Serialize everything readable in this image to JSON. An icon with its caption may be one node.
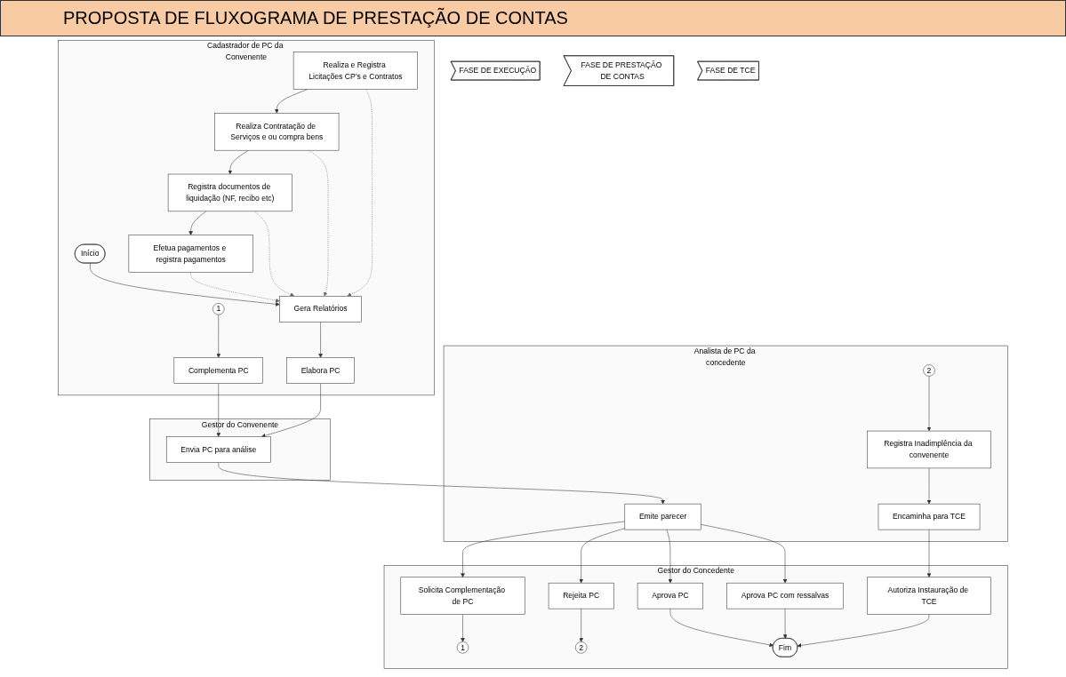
{
  "diagram": {
    "title": "PROPOSTA DE FLUXOGRAMA DE PRESTAÇÃO DE CONTAS",
    "nodes": [
      {
        "text": [
          "FASE DE EXECUÇÃO"
        ]
      },
      {
        "text": [
          "FASE DE PRESTAÇÃO DE CONTAS"
        ]
      },
      {
        "text": [
          "FASE DE TCE"
        ]
      },
      {
        "text": [
          "Cadastrador de PC da Convenente"
        ]
      },
      {
        "text": [
          "Realiza e Registra Licitações CP’s e Contratos"
        ],
        "in": 3
      },
      {
        "text": [
          "Realiza Contratação de Serviços e ou compra bens"
        ],
        "in": 3
      },
      {
        "text": [
          "Registra documentos de liquidação (NF, recibo etc)"
        ],
        "in": 3
      },
      {
        "text": [
          "Efetua pagamentos e registra pagamentos"
        ],
        "in": 3
      },
      {
        "text": [
          "Início"
        ],
        "in": 3
      },
      {
        "text": [
          "Gera Relatórios"
        ],
        "in": 3
      },
      {
        "text": [
          "1"
        ],
        "in": 3
      },
      {
        "text": [
          "Elabora PC"
        ],
        "in": 3
      },
      {
        "text": [
          "Complementa PC"
        ],
        "in": 3
      },
      {
        "text": [
          "Gestor do Convenente"
        ]
      },
      {
        "text": [
          "Envia PC para análise"
        ],
        "in": 13
      },
      {
        "text": [
          "Analista de PC da concedente"
        ]
      },
      {
        "text": [
          "Emite parecer"
        ],
        "in": 15
      },
      {
        "text": [
          "2"
        ],
        "in": 15
      },
      {
        "text": [
          "Registra Inadimplência da convenente"
        ],
        "in": 15
      },
      {
        "text": [
          "Encaminha para TCE"
        ],
        "in": 15
      },
      {
        "text": [
          "Gestor do Concedente"
        ]
      },
      {
        "text": [
          "Solicita Complementação de PC"
        ],
        "in": 20
      },
      {
        "text": [
          "1"
        ],
        "in": 20
      },
      {
        "text": [
          "Rejeita PC"
        ],
        "in": 20
      },
      {
        "text": [
          "2"
        ],
        "in": 20
      },
      {
        "text": [
          "Autoriza Instauração de TCE"
        ],
        "in": 20
      },
      {
        "text": [
          "Aprova PC com ressalvas"
        ],
        "in": 20
      },
      {
        "text": [
          "Aprova PC"
        ],
        "in": 20
      },
      {
        "text": [
          "Fim"
        ],
        "in": 20
      }
    ],
    "edges": [
      {
        "from": 4,
        "to": 5,
        "arrow": "to"
      },
      {
        "from": 5,
        "to": 6,
        "arrow": "to"
      },
      {
        "from": 6,
        "to": 7,
        "arrow": "to"
      },
      {
        "from": 4,
        "to": 9,
        "arrow": "to",
        "style": "dashed",
        "color": "#666666"
      },
      {
        "from": 5,
        "to": 9,
        "arrow": "to",
        "style": "dashed",
        "color": "#666666"
      },
      {
        "from": 6,
        "to": 9,
        "arrow": "to",
        "style": "dashed",
        "color": "#666666"
      },
      {
        "from": 7,
        "to": 9,
        "arrow": "to",
        "style": "dashed",
        "color": "#666666"
      },
      {
        "from": 8,
        "to": 9,
        "arrow": "to"
      },
      {
        "from": 9,
        "to": 11,
        "arrow": "to"
      },
      {
        "from": 10,
        "to": 12,
        "arrow": "to"
      },
      {
        "from": 11,
        "to": 14,
        "arrow": "to"
      },
      {
        "from": 12,
        "to": 14,
        "arrow": "to"
      },
      {
        "from": 14,
        "to": 16,
        "arrow": "to"
      },
      {
        "from": 17,
        "to": 18,
        "arrow": "to"
      },
      {
        "from": 18,
        "to": 19,
        "arrow": "to"
      },
      {
        "from": 19,
        "to": 25,
        "arrow": "to"
      },
      {
        "from": 16,
        "to": 21,
        "arrow": "to"
      },
      {
        "from": 16,
        "to": 23,
        "arrow": "to"
      },
      {
        "from": 16,
        "to": 26,
        "arrow": "to"
      },
      {
        "from": 16,
        "to": 27,
        "arrow": "to"
      },
      {
        "from": 21,
        "to": 22,
        "arrow": "to"
      },
      {
        "from": 23,
        "to": 24,
        "arrow": "to"
      },
      {
        "from": 25,
        "to": 28,
        "arrow": "to"
      },
      {
        "from": 26,
        "to": 28,
        "arrow": "to"
      },
      {
        "from": 27,
        "to": 28,
        "arrow": "to"
      }
    ]
  }
}
